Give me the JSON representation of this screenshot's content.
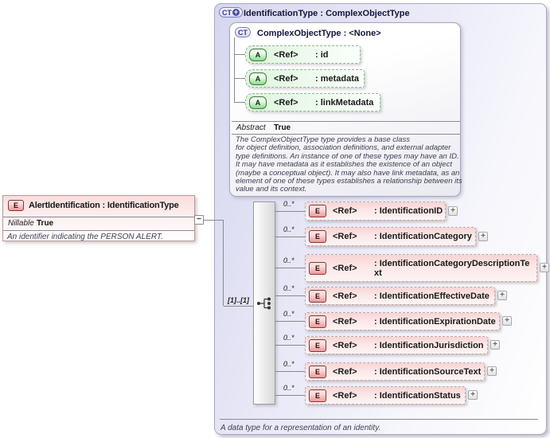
{
  "glyphs": {
    "plus": "+",
    "minus": "−"
  },
  "colors": {
    "container_fill": "#d6d6ef",
    "attribute_fill": "#def4de",
    "element_fill": "#f8d4d4",
    "icon_badge": "#4c4ca2"
  },
  "outer": {
    "icon_label": "CT",
    "title": "IdentificationType : ComplexObjectType",
    "annotation": "A data type for a representation of an identity."
  },
  "base": {
    "icon_label": "CT",
    "title": "ComplexObjectType : <None>",
    "attributes": [
      {
        "icon": "A",
        "ref": "<Ref>",
        "name": ": id"
      },
      {
        "icon": "A",
        "ref": "<Ref>",
        "name": ": metadata"
      },
      {
        "icon": "A",
        "ref": "<Ref>",
        "name": ": linkMetadata"
      }
    ],
    "fact_label": "Abstract",
    "fact_value": "True",
    "description_lines": [
      "The ComplexObjectType type provides a base class",
      "for object definition, association definitions, and external adapter",
      "type definitions. An instance of one of these types may have an ID.",
      "It may have metadata as it establishes the existence of an object",
      "(maybe a conceptual object). It may also have link metadata, as an",
      "element of one of these types establishes a relationship between its",
      "value and its context."
    ]
  },
  "element": {
    "icon": "E",
    "title": "AlertIdentification : IdentificationType",
    "fact_label": "Nillable",
    "fact_value": "True",
    "description": "An identifier indicating the PERSON ALERT."
  },
  "sequence": {
    "cardinality": "[1]..[1]"
  },
  "children": [
    {
      "icon": "E",
      "ref": "<Ref>",
      "name": ": IdentificationID",
      "cardinality": "0..*"
    },
    {
      "icon": "E",
      "ref": "<Ref>",
      "name": ": IdentificationCategory",
      "cardinality": "0..*"
    },
    {
      "icon": "E",
      "ref": "<Ref>",
      "name": ": IdentificationCategoryDescriptionText",
      "cardinality": "0..*"
    },
    {
      "icon": "E",
      "ref": "<Ref>",
      "name": ": IdentificationEffectiveDate",
      "cardinality": "0..*"
    },
    {
      "icon": "E",
      "ref": "<Ref>",
      "name": ": IdentificationExpirationDate",
      "cardinality": "0..*"
    },
    {
      "icon": "E",
      "ref": "<Ref>",
      "name": ": IdentificationJurisdiction",
      "cardinality": "0..*"
    },
    {
      "icon": "E",
      "ref": "<Ref>",
      "name": ": IdentificationSourceText",
      "cardinality": "0..*"
    },
    {
      "icon": "E",
      "ref": "<Ref>",
      "name": ": IdentificationStatus",
      "cardinality": "0..*"
    }
  ]
}
